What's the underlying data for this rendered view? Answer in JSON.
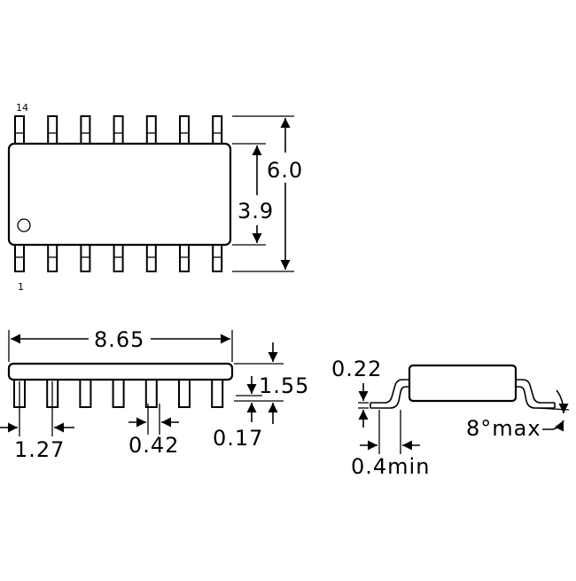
{
  "pin_labels": {
    "top_left": "14",
    "bottom_left": "1"
  },
  "dimensions": {
    "total_width": "6.0",
    "body_width": "3.9",
    "body_length": "8.65",
    "package_height": "1.55",
    "pin_pitch": "1.27",
    "lead_width": "0.42",
    "standoff": "0.17",
    "lead_thickness": "0.22",
    "foot_length": "0.4min",
    "lead_angle": "8°max"
  }
}
